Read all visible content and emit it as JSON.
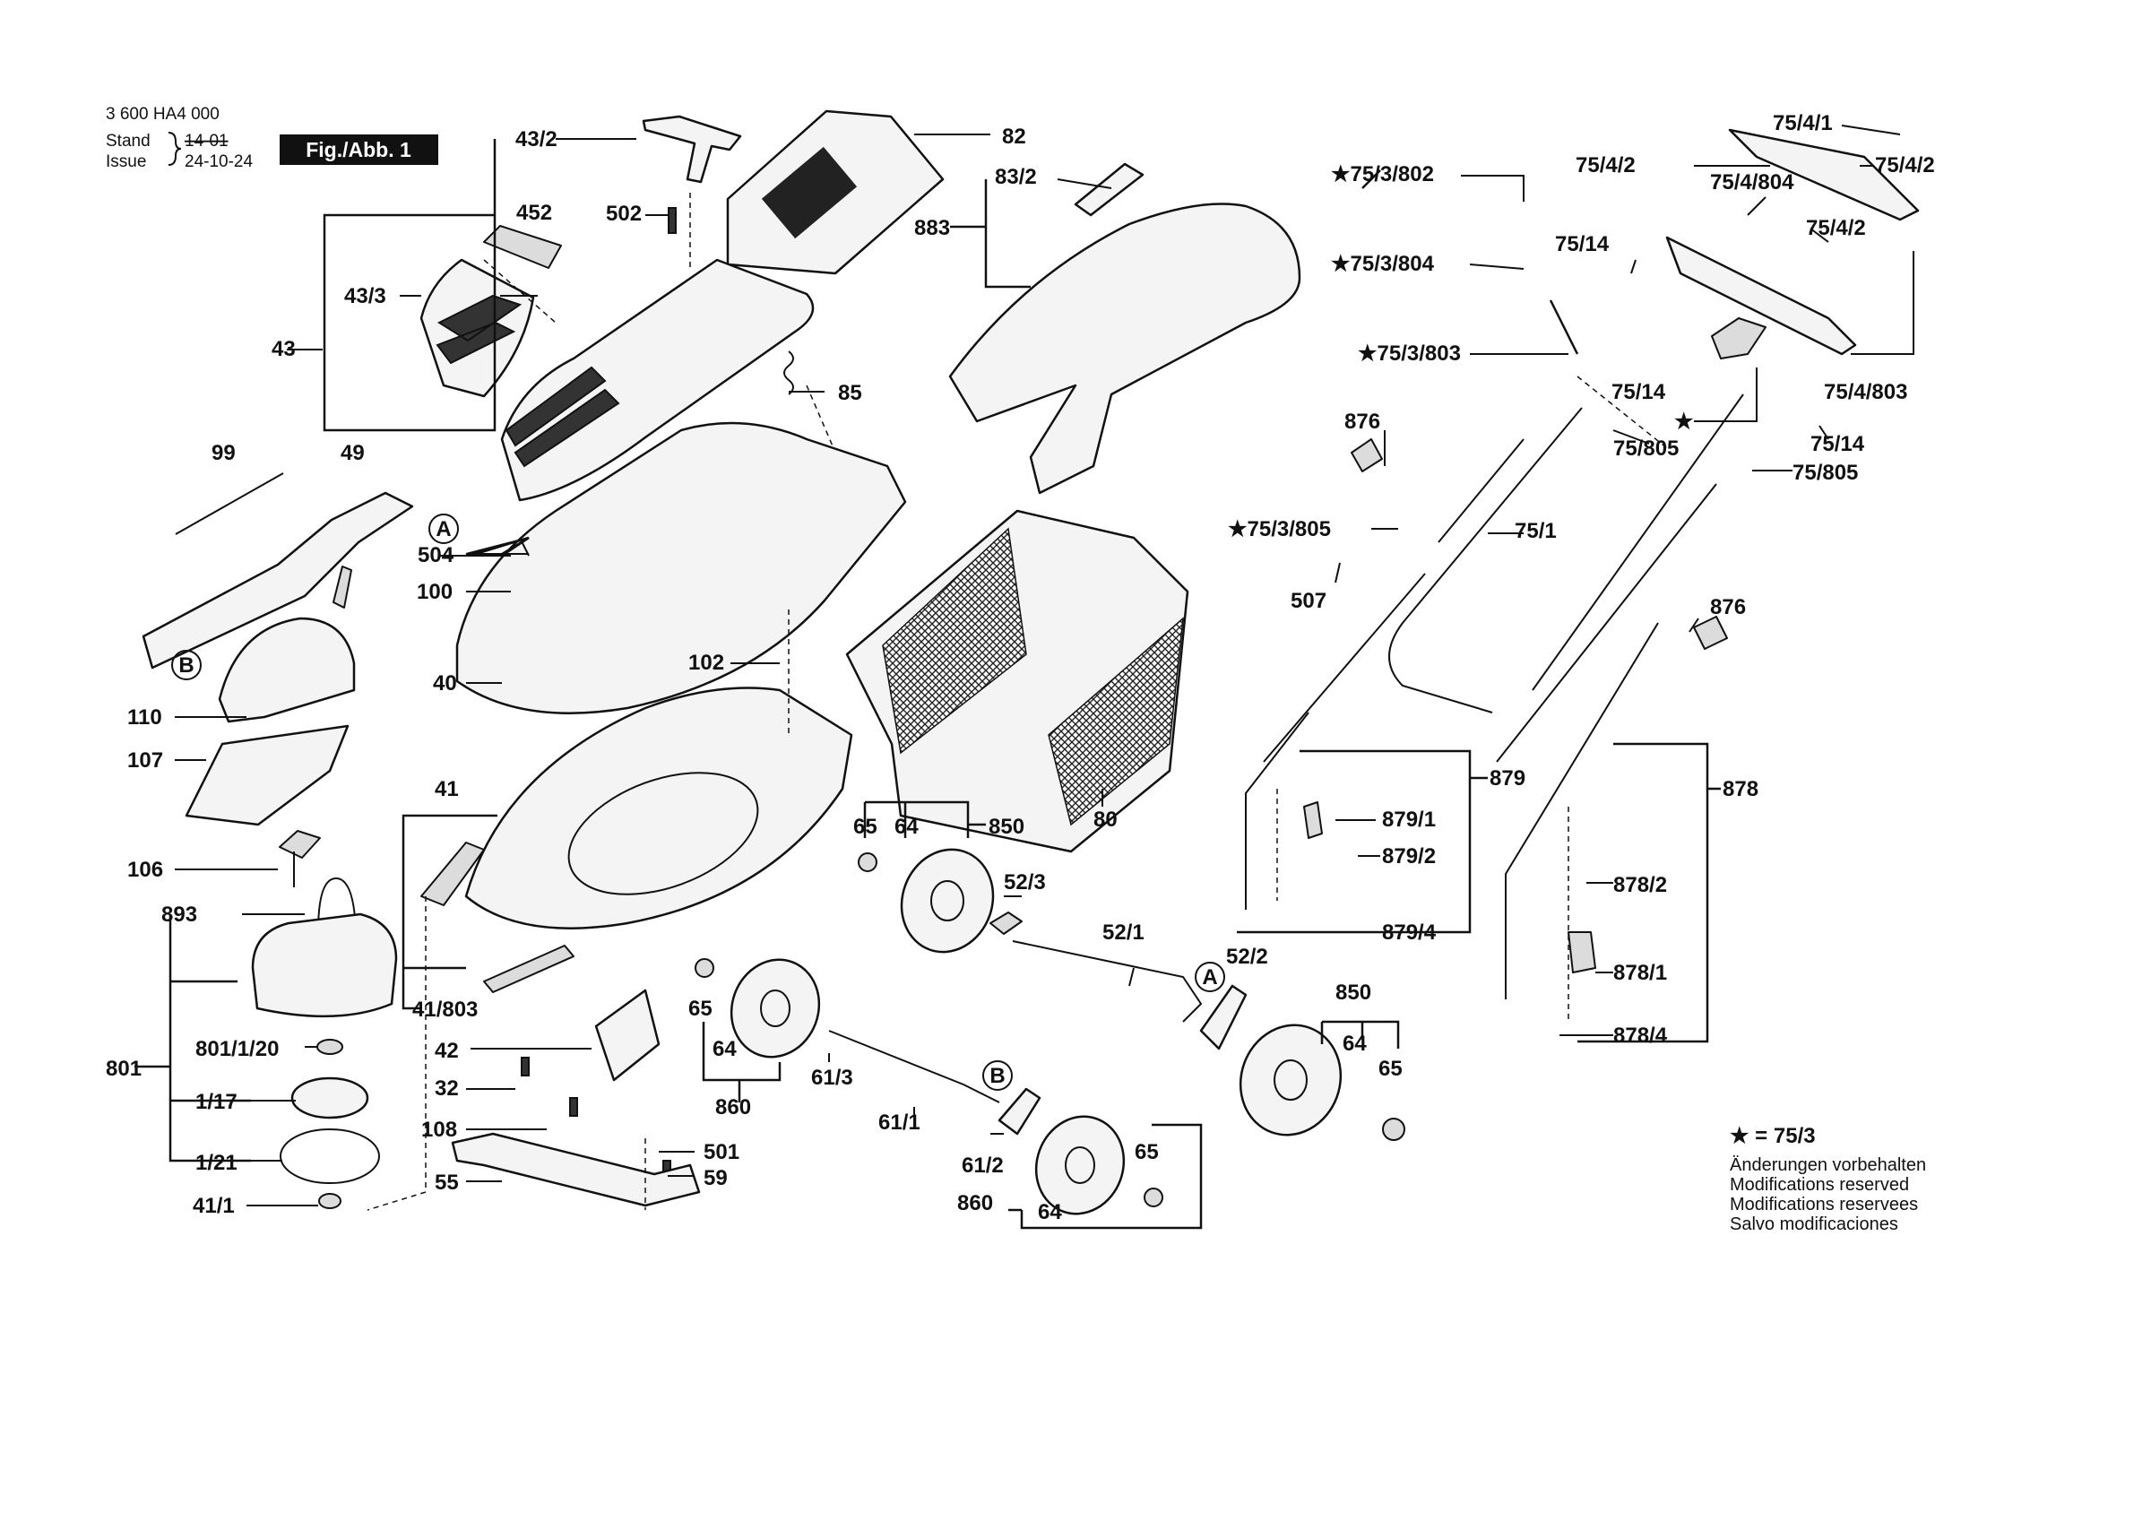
{
  "header": {
    "doc_number": "3 600 HA4 000",
    "stand_label": "Stand",
    "issue_label": "Issue",
    "old_date": "14-01",
    "new_date": "24-10-24",
    "fig_label": "Fig./Abb. 1"
  },
  "callouts": [
    {
      "id": "c1",
      "text": "43/2"
    },
    {
      "id": "c2",
      "text": "82"
    },
    {
      "id": "c3",
      "text": "83/2"
    },
    {
      "id": "c4",
      "text": "883"
    },
    {
      "id": "c5",
      "text": "452"
    },
    {
      "id": "c6",
      "text": "502"
    },
    {
      "id": "c7",
      "text": "43/3"
    },
    {
      "id": "c8",
      "text": "43"
    },
    {
      "id": "c9",
      "text": "85"
    },
    {
      "id": "c10",
      "text": "99"
    },
    {
      "id": "c11",
      "text": "49"
    },
    {
      "id": "c12",
      "text": "504"
    },
    {
      "id": "c13",
      "text": "100"
    },
    {
      "id": "c14",
      "text": "40"
    },
    {
      "id": "c15",
      "text": "102"
    },
    {
      "id": "c16",
      "text": "110"
    },
    {
      "id": "c17",
      "text": "107"
    },
    {
      "id": "c18",
      "text": "41"
    },
    {
      "id": "c19",
      "text": "106"
    },
    {
      "id": "c20",
      "text": "893"
    },
    {
      "id": "c21",
      "text": "41/803"
    },
    {
      "id": "c22",
      "text": "42"
    },
    {
      "id": "c23",
      "text": "801/1/20"
    },
    {
      "id": "c24",
      "text": "801"
    },
    {
      "id": "c25",
      "text": "32"
    },
    {
      "id": "c26",
      "text": "1/17"
    },
    {
      "id": "c27",
      "text": "108"
    },
    {
      "id": "c28",
      "text": "501"
    },
    {
      "id": "c29",
      "text": "1/21"
    },
    {
      "id": "c30",
      "text": "59"
    },
    {
      "id": "c31",
      "text": "55"
    },
    {
      "id": "c32",
      "text": "41/1"
    },
    {
      "id": "c33",
      "text": "65"
    },
    {
      "id": "c34",
      "text": "64"
    },
    {
      "id": "c35",
      "text": "850"
    },
    {
      "id": "c36",
      "text": "80"
    },
    {
      "id": "c37",
      "text": "52/3"
    },
    {
      "id": "c38",
      "text": "52/1"
    },
    {
      "id": "c39",
      "text": "52/2"
    },
    {
      "id": "c40",
      "text": "65"
    },
    {
      "id": "c41",
      "text": "64"
    },
    {
      "id": "c42",
      "text": "61/3"
    },
    {
      "id": "c43",
      "text": "860"
    },
    {
      "id": "c44",
      "text": "61/1"
    },
    {
      "id": "c45",
      "text": "61/2"
    },
    {
      "id": "c46",
      "text": "65"
    },
    {
      "id": "c47",
      "text": "860"
    },
    {
      "id": "c48",
      "text": "64"
    },
    {
      "id": "c49",
      "text": "850"
    },
    {
      "id": "c50",
      "text": "64"
    },
    {
      "id": "c51",
      "text": "65"
    },
    {
      "id": "c52",
      "text": "★75/3/802"
    },
    {
      "id": "c53",
      "text": "★75/3/804"
    },
    {
      "id": "c54",
      "text": "★75/3/803"
    },
    {
      "id": "c55",
      "text": "876"
    },
    {
      "id": "c56",
      "text": "★75/3/805"
    },
    {
      "id": "c57",
      "text": "507"
    },
    {
      "id": "c58",
      "text": "75/1"
    },
    {
      "id": "c59",
      "text": "75/4/1"
    },
    {
      "id": "c60",
      "text": "75/4/2"
    },
    {
      "id": "c61",
      "text": "75/4/2"
    },
    {
      "id": "c62",
      "text": "75/4/804"
    },
    {
      "id": "c63",
      "text": "75/4/2"
    },
    {
      "id": "c64",
      "text": "75/14"
    },
    {
      "id": "c65",
      "text": "75/14"
    },
    {
      "id": "c66",
      "text": "★"
    },
    {
      "id": "c67",
      "text": "75/4/803"
    },
    {
      "id": "c68",
      "text": "75/805"
    },
    {
      "id": "c69",
      "text": "75/14"
    },
    {
      "id": "c70",
      "text": "75/805"
    },
    {
      "id": "c71",
      "text": "876"
    },
    {
      "id": "c72",
      "text": "879"
    },
    {
      "id": "c73",
      "text": "879/1"
    },
    {
      "id": "c74",
      "text": "879/2"
    },
    {
      "id": "c75",
      "text": "879/4"
    },
    {
      "id": "c76",
      "text": "878"
    },
    {
      "id": "c77",
      "text": "878/2"
    },
    {
      "id": "c78",
      "text": "878/1"
    },
    {
      "id": "c79",
      "text": "878/4"
    },
    {
      "id": "c80",
      "text": "A"
    },
    {
      "id": "c81",
      "text": "B"
    },
    {
      "id": "c82",
      "text": "A"
    },
    {
      "id": "c83",
      "text": "B"
    }
  ],
  "legend": {
    "star_text": "★ = 75/3",
    "lines": [
      "Änderungen vorbehalten",
      "Modifications reserved",
      "Modifications reservees",
      "Salvo modificaciones"
    ]
  }
}
